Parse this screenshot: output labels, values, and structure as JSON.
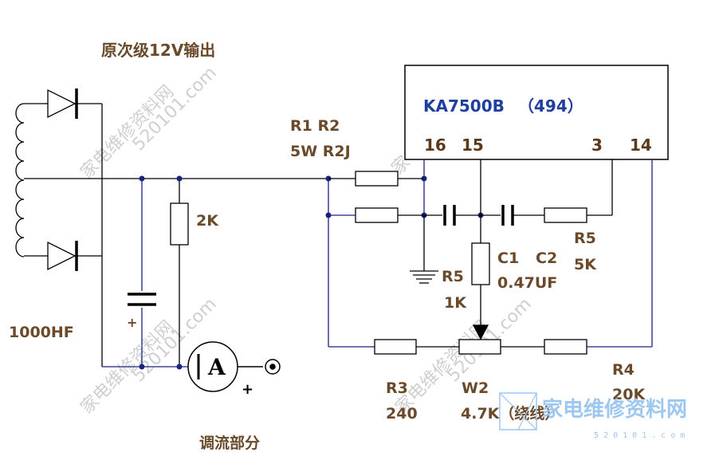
{
  "title": "原次级12V输出",
  "ic": {
    "name": "KA7500B",
    "alt": "（494）",
    "pins": [
      "16",
      "15",
      "3",
      "14"
    ]
  },
  "labels": {
    "r1r2_top": "R1 R2",
    "r1r2_bottom": "5W R2J",
    "r_2k": "2K",
    "cap_value": "1000HF",
    "r5_left_name": "R5",
    "r5_left_value": "1K",
    "c1": "C1",
    "c2": "C2",
    "c_value": "0.47UF",
    "r5_right_name": "R5",
    "r5_right_value": "5K",
    "r3_name": "R3",
    "r3_value": "240",
    "w2_name": "W2",
    "w2_value": "4.7K（绕线）",
    "r4_name": "R4",
    "r4_value": "20K",
    "caption": "调流部分",
    "meter": "A",
    "plus_cap": "+",
    "plus_meter": "+"
  },
  "watermarks": {
    "diag_1": "家电维修资料网",
    "diag_2": "520101.com",
    "logo_text": "家电维修资料网",
    "logo_url": "5 2 0 1 0 1 . c o m"
  },
  "colors": {
    "wire": "#000000",
    "wire_blue": "#1a237e",
    "junction": "#1a237e",
    "label": "#6a4a2a",
    "watermark": "#cfcfcf",
    "logo": "#9ec7f0"
  }
}
